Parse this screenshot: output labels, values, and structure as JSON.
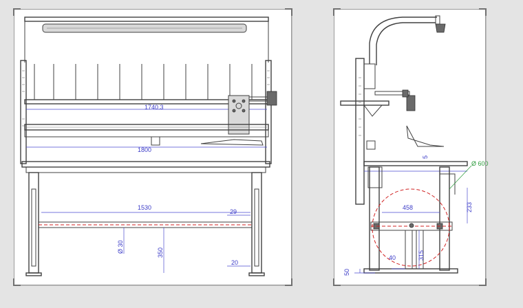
{
  "front_view": {
    "dimensions": {
      "shelf_width": "1740.3",
      "table_width": "1800",
      "inner_width": "1530",
      "side_offset": "29",
      "tube_diameter": "Ø 30",
      "crossbar_height": "350",
      "foot_offset": "20"
    }
  },
  "side_view": {
    "dimensions": {
      "top_gap": "5",
      "circle_diameter": "Ø 600",
      "frame_depth": "458",
      "leg_height": "233",
      "foot_spacing": "40",
      "lower_height": "315",
      "foot_height": "50"
    }
  },
  "colors": {
    "dimension_text": "#3c3cc8",
    "callout_text": "#2a9a3a",
    "centerline": "#d02020",
    "outline": "#404040"
  }
}
